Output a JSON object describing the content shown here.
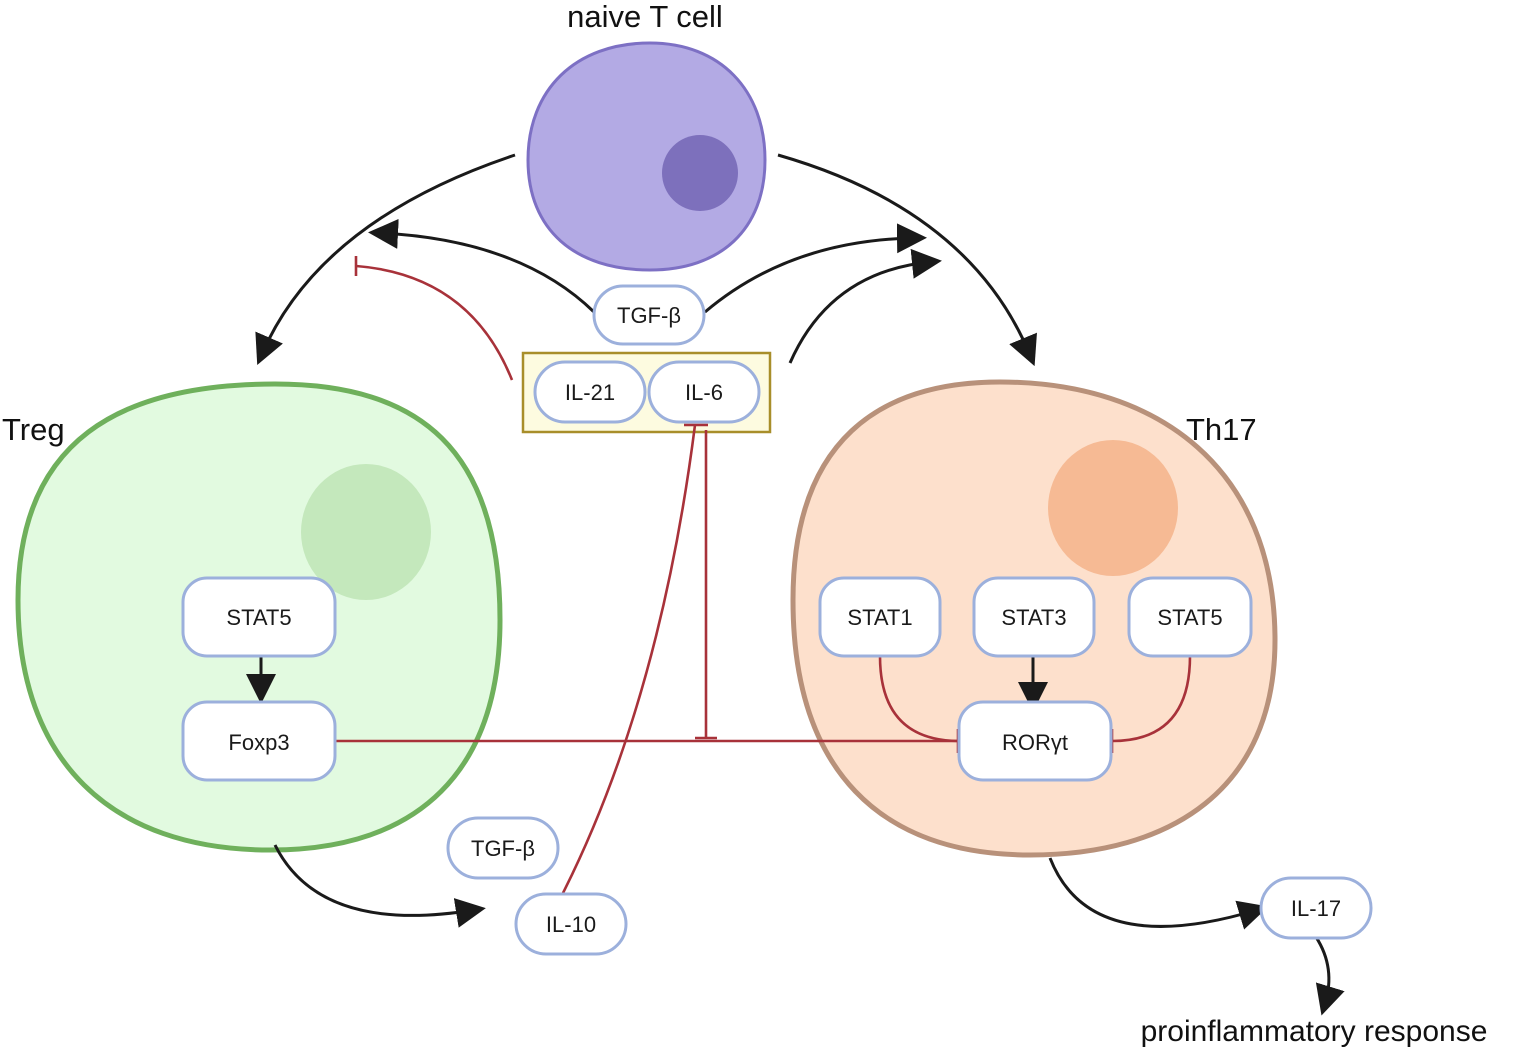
{
  "cells": {
    "naive": {
      "label": "naive T cell"
    },
    "treg": {
      "label": "Treg"
    },
    "th17": {
      "label": "Th17"
    }
  },
  "nodes": {
    "tgfb_top": "TGF-β",
    "il21": "IL-21",
    "il6": "IL-6",
    "treg_stat5": "STAT5",
    "foxp3": "Foxp3",
    "stat1": "STAT1",
    "stat3": "STAT3",
    "th17_stat5": "STAT5",
    "rorgt": "RORγt",
    "tgfb_bottom": "TGF-β",
    "il10": "IL-10",
    "il17": "IL-17"
  },
  "outcome": {
    "label": "proinflammatory response"
  },
  "colors": {
    "activation": "#1a1a1a",
    "inhibition": "#a8323a",
    "naive_fill": "#b3aae4",
    "naive_stroke": "#7d70c4",
    "treg_fill": "#e2fae0",
    "treg_stroke": "#6fb05c",
    "th17_fill": "#fde0cc",
    "th17_stroke": "#b8917a",
    "cytokine_box_fill": "#fdfbe0",
    "cytokine_box_stroke": "#a88e2a",
    "node_stroke": "#9cb0dc"
  }
}
